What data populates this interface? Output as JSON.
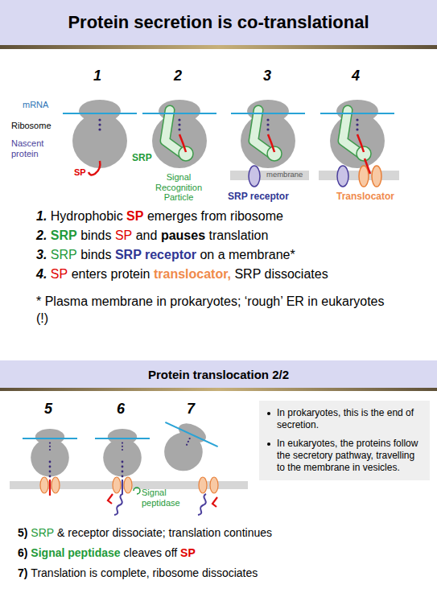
{
  "diagram": {
    "title": "Protein secretion is co-translational",
    "nodes": [
      {
        "text": [
          "Protein translocation 2/2"
        ]
      },
      {
        "text": [
          "In prokaryotes, this is the end of secretion.",
          "In eukaryotes, the proteins follow the secretory pathway, travelling to the membrane in vesicles."
        ]
      }
    ],
    "labels": [
      "1",
      "2",
      "3",
      "4",
      "mRNA",
      "Ribosome",
      "Nascent protein",
      "SP",
      "SRP",
      "Signal Recognition Particle",
      "membrane",
      "SRP receptor",
      "Translocator",
      "1.",
      "Hydrophobic",
      "SP",
      "emerges from ribosome",
      "2.",
      "SRP",
      "binds",
      "SP",
      "and",
      "pauses",
      "translation",
      "3.",
      "SRP",
      "binds",
      "SRP receptor",
      "on a membrane*",
      "4.",
      "SP",
      "enters protein",
      "translocator,",
      "SRP dissociates",
      "* Plasma membrane in prokaryotes; ‘rough’ ER in eukaryotes (!)",
      "5",
      "6",
      "7",
      "Signal peptidase",
      "5)",
      "SRP",
      "& receptor dissociate; translation continues",
      "6)",
      "Signal peptidase",
      "cleaves off",
      "SP",
      "7)",
      "Translation is complete, ribosome dissociates"
    ]
  }
}
